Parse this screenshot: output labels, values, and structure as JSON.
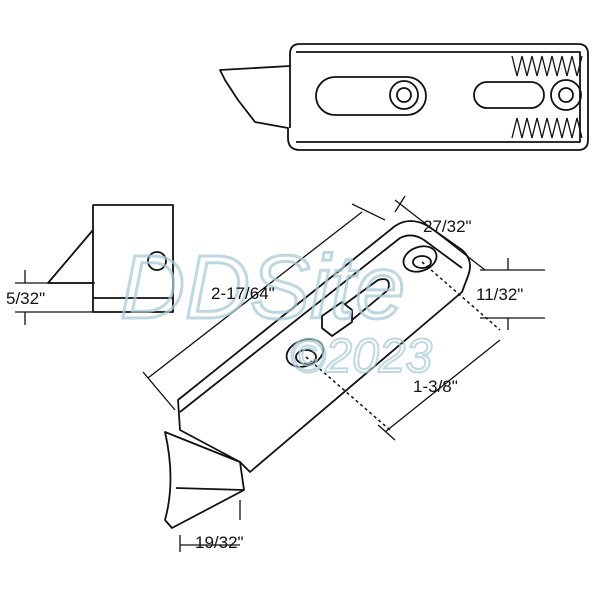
{
  "dimensions": {
    "overall_length": "2-17/64\"",
    "width": "27/32\"",
    "hole_offset": "11/32\"",
    "thickness": "5/32\"",
    "hole_spacing": "1-3/8\"",
    "tongue_width": "19/32\""
  },
  "watermark": {
    "name": "DDSite",
    "year": "©2023"
  }
}
